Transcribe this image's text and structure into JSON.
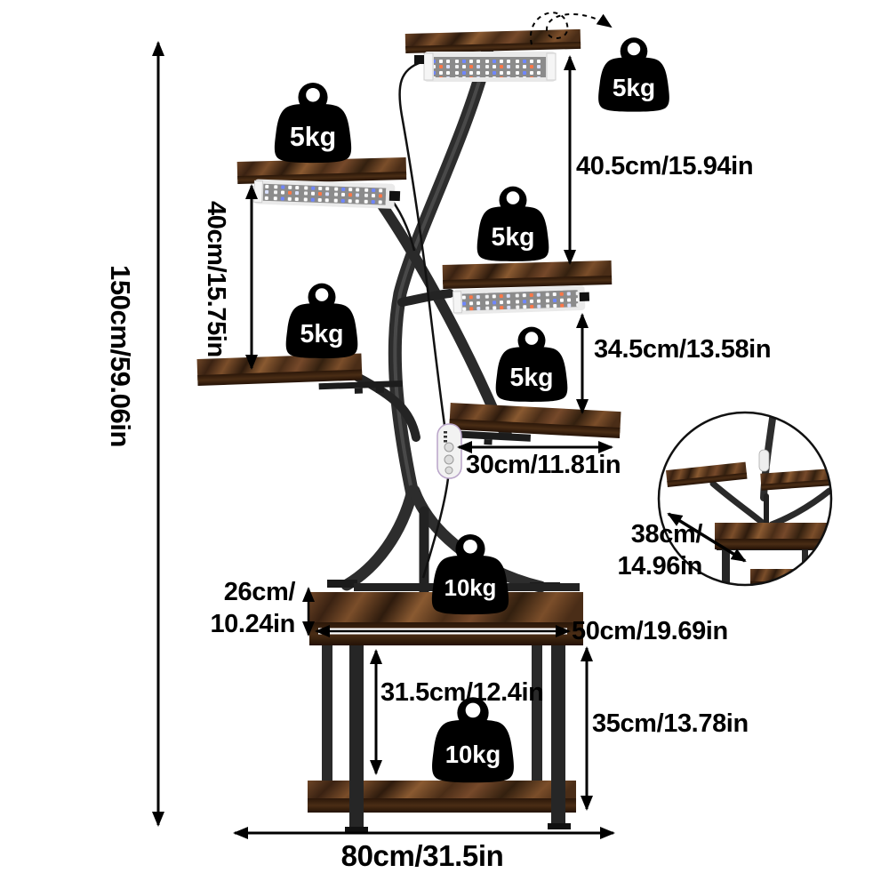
{
  "figure": {
    "type": "product-dimension-diagram",
    "subject": "tree-shaped tiered plant stand with grow lights and weight capacity callouts"
  },
  "weights": [
    {
      "position": "floating-top-right",
      "icon": "kettlebell-icon",
      "label": "5kg"
    },
    {
      "position": "second-shelf-left",
      "icon": "kettlebell-icon",
      "label": "5kg"
    },
    {
      "position": "third-shelf-right",
      "icon": "kettlebell-icon",
      "label": "5kg"
    },
    {
      "position": "fourth-shelf-left",
      "icon": "kettlebell-icon",
      "label": "5kg"
    },
    {
      "position": "fifth-shelf-right",
      "icon": "kettlebell-icon",
      "label": "5kg"
    },
    {
      "position": "base-table-top",
      "icon": "kettlebell-icon",
      "label": "10kg"
    },
    {
      "position": "base-bottom-shelf",
      "icon": "kettlebell-icon",
      "label": "10kg"
    }
  ],
  "dimensions": {
    "overall_height": {
      "label": "150cm/59.06in",
      "orientation": "vertical"
    },
    "left_shelf_gap": {
      "label": "40cm/15.75in",
      "orientation": "vertical"
    },
    "top_shelf_gap": {
      "label": "40.5cm/15.94in",
      "orientation": "horizontal"
    },
    "right_shelf_gap": {
      "label": "34.5cm/13.58in",
      "orientation": "horizontal"
    },
    "shelf_depth": {
      "label": "30cm/11.81in",
      "orientation": "horizontal"
    },
    "inset_base_width": {
      "line1": "38cm/",
      "line2": "14.96in"
    },
    "base_top_clearance": {
      "line1": "26cm/",
      "line2": "10.24in"
    },
    "base_depth": {
      "label": "50cm/19.69in"
    },
    "base_shelf_gap": {
      "label": "31.5cm/12.4in"
    },
    "base_height": {
      "label": "35cm/13.78in"
    },
    "overall_width": {
      "label": "80cm/31.5in"
    }
  },
  "colors": {
    "background": "#ffffff",
    "wood_brown": "#5a3a20",
    "wood_dark_edge": "#2b1709",
    "metal_black": "#2d2d2d",
    "led_blue": "#6f86ff",
    "led_orange": "#ff7747",
    "annotation": "#000000"
  }
}
